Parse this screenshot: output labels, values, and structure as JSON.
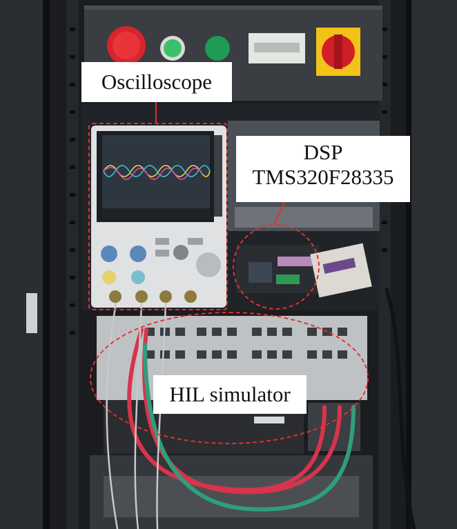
{
  "labels": {
    "oscilloscope": "Oscilloscope",
    "dsp_line1": "DSP",
    "dsp_line2": "TMS320F28335",
    "hil": "HIL simulator"
  },
  "colors": {
    "highlight": "#e53030",
    "cable_red": "#d8344c",
    "cable_green": "#2f9e7c",
    "rack": "#1c1e21",
    "panel": "#3a3d41"
  }
}
